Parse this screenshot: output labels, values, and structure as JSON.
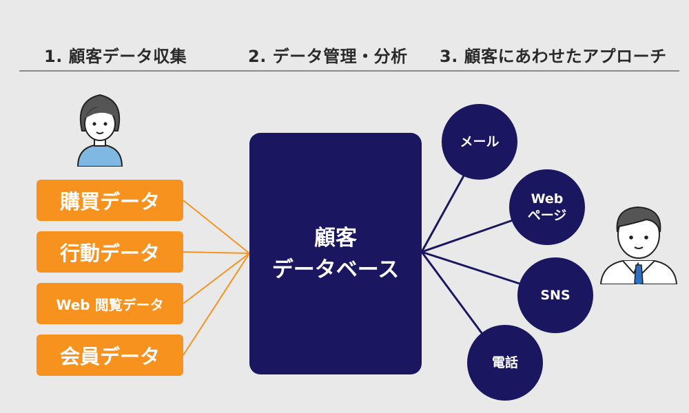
{
  "steps": {
    "collect": "1. 顧客データ収集",
    "manage": "2. データ管理・分析",
    "approach": "3. 顧客にあわせたアプローチ"
  },
  "sources": {
    "purchase": "購買データ",
    "behavior": "行動データ",
    "web": "Web 閲覧データ",
    "member": "会員データ"
  },
  "database": {
    "line1": "顧客",
    "line2": "データベース"
  },
  "channels": {
    "mail": "メール",
    "web_line1": "Web",
    "web_line2": "ページ",
    "sns": "SNS",
    "phone": "電話"
  },
  "colors": {
    "source_orange": "#f7921e",
    "database_navy": "#1b1660",
    "background": "#e9e9e9"
  },
  "icons": [
    "woman-avatar-icon",
    "businessman-avatar-icon"
  ]
}
